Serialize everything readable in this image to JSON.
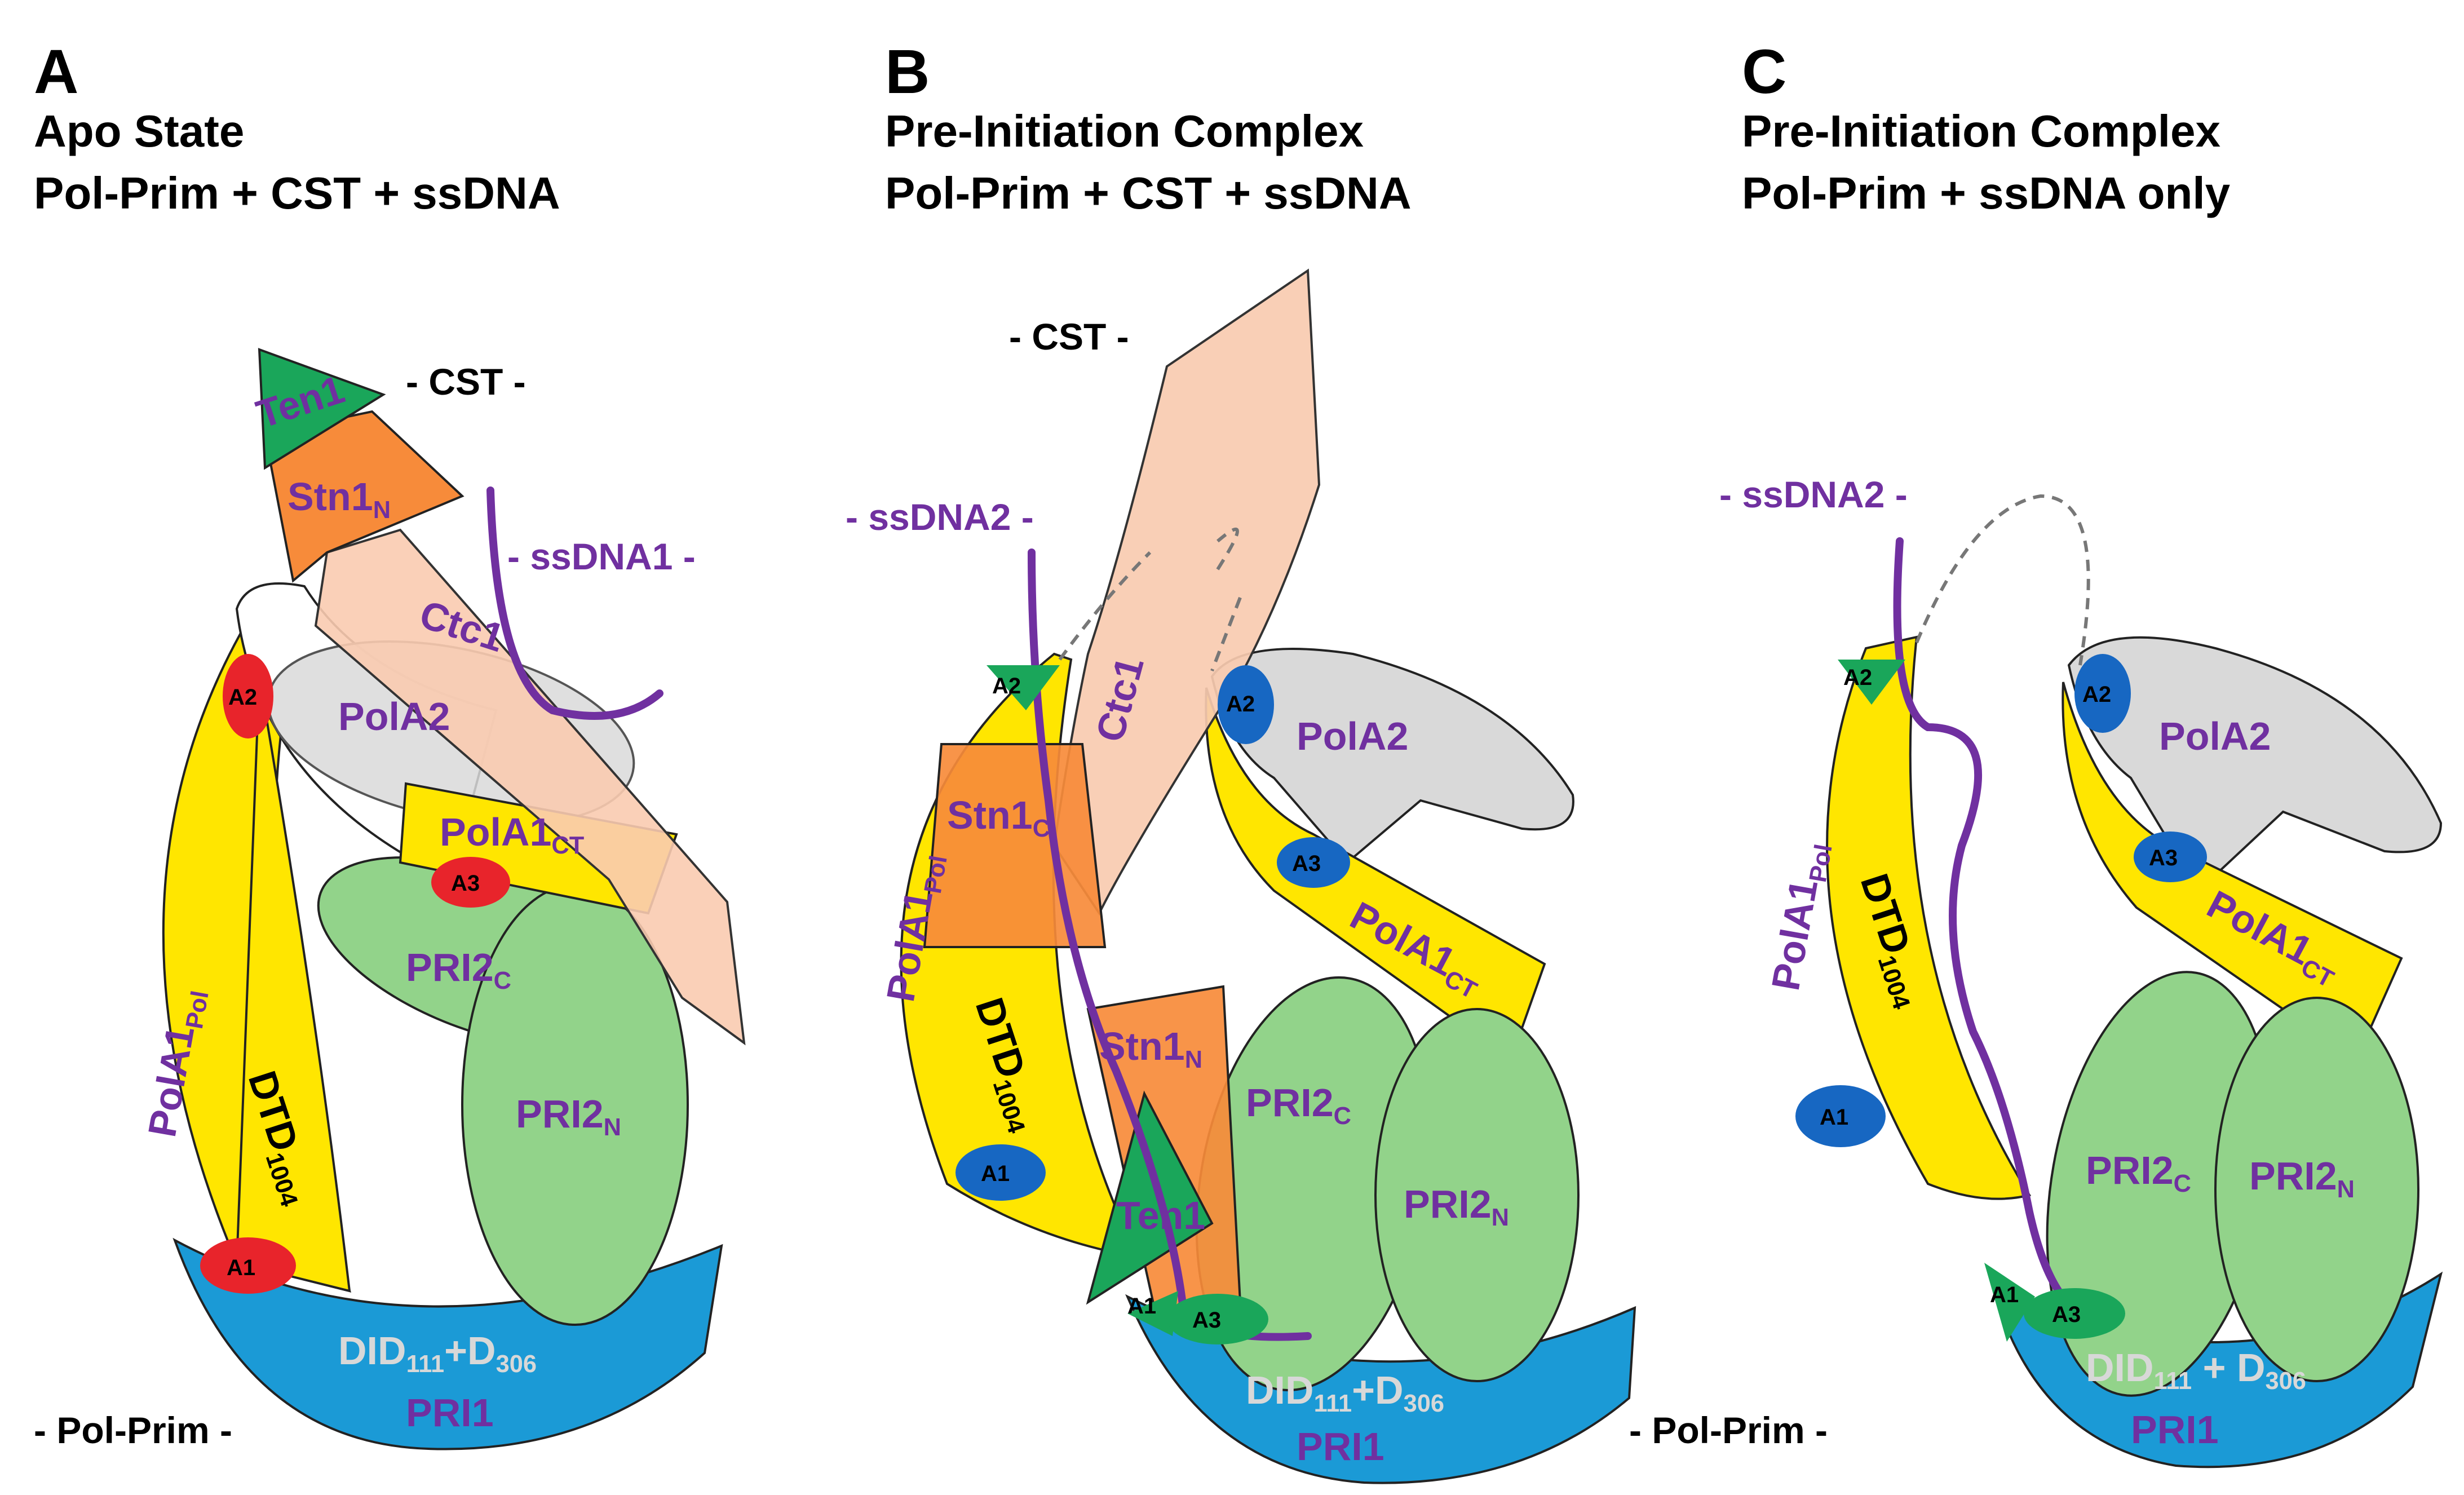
{
  "panels": [
    {
      "letter": "A",
      "title_line1": "Apo State",
      "title_line2": "Pol-Prim + CST + ssDNA",
      "labels": {
        "cst": "- CST -",
        "ssdna": "- ssDNA1 -",
        "polprim": "- Pol-Prim -",
        "ten1": "Ten1",
        "stn1n": "Stn1",
        "stn1n_sub": "N",
        "ctc1": "Ctc1",
        "pola2": "PolA2",
        "pola1ct": "PolA1",
        "pola1ct_sub": "CT",
        "pri2c": "PRI2",
        "pri2c_sub": "C",
        "pri2n": "PRI2",
        "pri2n_sub": "N",
        "pola1pol": "PolA1",
        "pola1pol_sub": "Pol",
        "dtd": "DTD",
        "dtd_sub": "1004",
        "did_a": "DID",
        "did_a_sub": "111",
        "did_b": "+D",
        "did_b_sub": "306",
        "pri1": "PRI1",
        "a1": "A1",
        "a2": "A2",
        "a3": "A3"
      }
    },
    {
      "letter": "B",
      "title_line1": "Pre-Initiation Complex",
      "title_line2": "Pol-Prim + CST + ssDNA",
      "labels": {
        "cst": "- CST -",
        "ssdna": "- ssDNA2 -",
        "ctc1": "Ctc1",
        "stn1c": "Stn1",
        "stn1c_sub": "C",
        "stn1n": "Stn1",
        "stn1n_sub": "N",
        "ten1": "Ten1",
        "pola2": "PolA2",
        "pola1ct": "PolA1",
        "pola1ct_sub": "CT",
        "pri2c": "PRI2",
        "pri2c_sub": "C",
        "pri2n": "PRI2",
        "pri2n_sub": "N",
        "pola1pol": "PolA1",
        "pola1pol_sub": "Pol",
        "dtd": "DTD",
        "dtd_sub": "1004",
        "did_a": "DID",
        "did_a_sub": "111",
        "did_b": "+D",
        "did_b_sub": "306",
        "pri1": "PRI1",
        "a1": "A1",
        "a2": "A2",
        "a3": "A3"
      }
    },
    {
      "letter": "C",
      "title_line1": "Pre-Initiation Complex",
      "title_line2": "Pol-Prim + ssDNA only",
      "labels": {
        "ssdna": "- ssDNA2 -",
        "polprim": "- Pol-Prim -",
        "pola2": "PolA2",
        "pola1ct": "PolA1",
        "pola1ct_sub": "CT",
        "pri2c": "PRI2",
        "pri2c_sub": "C",
        "pri2n": "PRI2",
        "pri2n_sub": "N",
        "pola1pol": "PolA1",
        "pola1pol_sub": "Pol",
        "dtd": "DTD",
        "dtd_sub": "1004",
        "did_a": "DID",
        "did_a_sub": "111",
        "did_b": " + D",
        "did_b_sub": "306",
        "pri1": "PRI1",
        "a1": "A1",
        "a2": "A2",
        "a3": "A3"
      }
    }
  ],
  "colors": {
    "pola1": "#ffe600",
    "pola2": "#d9d9d9",
    "pri1": "#1b9ad6",
    "pri2": "#92d38a",
    "ctc1": "#f9cbb0",
    "stn1": "#f78b3a",
    "ten1": "#1aa65a",
    "site_red": "#e8242b",
    "site_blue": "#1767c2",
    "site_green": "#1aa65a",
    "ssdna": "#7030a0",
    "label_purple": "#7030a0"
  }
}
